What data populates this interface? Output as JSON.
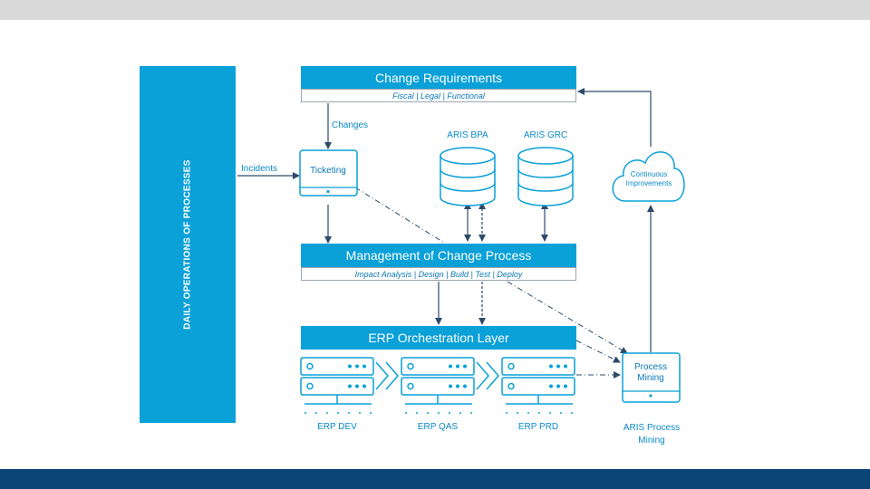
{
  "sidebar": {
    "label": "DAILY OPERATIONS OF PROCESSES"
  },
  "change_requirements": {
    "title": "Change Requirements",
    "subtitle": "Fiscal | Legal | Functional"
  },
  "management": {
    "title": "Management of Change Process",
    "subtitle": "Impact Analysis | Design | Build | Test | Deploy"
  },
  "erp_layer": {
    "title": "ERP Orchestration Layer"
  },
  "labels": {
    "changes": "Changes",
    "incidents": "Incidents",
    "ticketing": "Ticketing"
  },
  "databases": [
    {
      "label": "ARIS BPA"
    },
    {
      "label": "ARIS GRC"
    }
  ],
  "cloud": {
    "line1": "Continuous",
    "line2": "Improvements"
  },
  "process_mining": {
    "screen_line1": "Process",
    "screen_line2": "Mining",
    "caption_line1": "ARIS Process",
    "caption_line2": "Mining"
  },
  "servers": [
    {
      "label": "ERP DEV"
    },
    {
      "label": "ERP QAS"
    },
    {
      "label": "ERP PRD"
    }
  ],
  "colors": {
    "accent": "#0aa0d8",
    "dark": "#0b4577",
    "line": "#2e4a6b"
  }
}
